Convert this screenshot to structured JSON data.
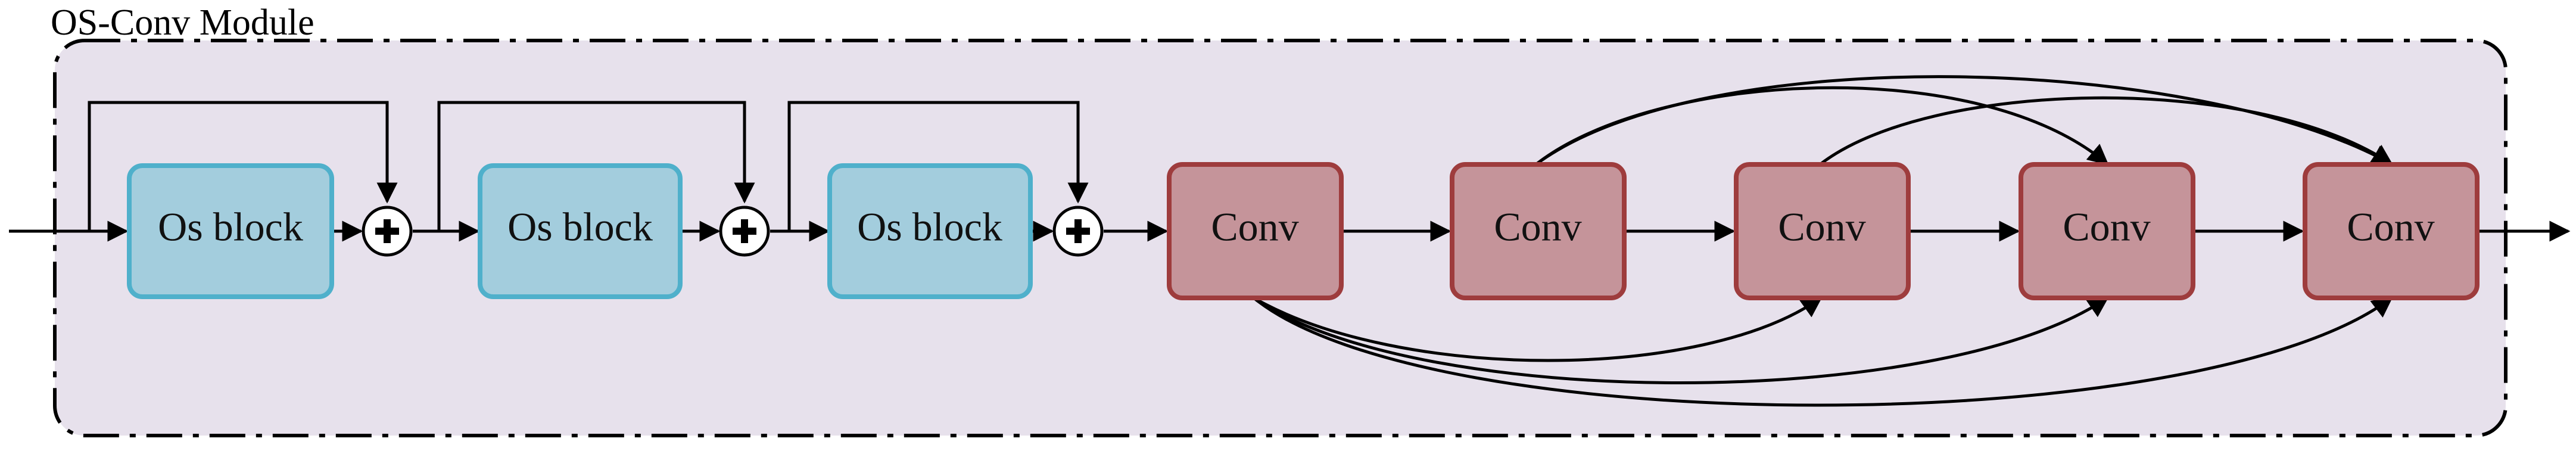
{
  "module": {
    "title": "OS-Conv Module",
    "background": "#e7e1ec",
    "border_color": "#000000"
  },
  "os_blocks": [
    {
      "label": "Os block"
    },
    {
      "label": "Os block"
    },
    {
      "label": "Os block"
    }
  ],
  "conv_blocks": [
    {
      "label": "Conv"
    },
    {
      "label": "Conv"
    },
    {
      "label": "Conv"
    },
    {
      "label": "Conv"
    },
    {
      "label": "Conv"
    }
  ],
  "colors": {
    "os_fill": "#a3cddd",
    "os_stroke": "#4fb0cb",
    "conv_fill": "#c5949a",
    "conv_stroke": "#9e3c3d"
  },
  "add_nodes": 3,
  "dense_connections": [
    {
      "from": 0,
      "to": 2
    },
    {
      "from": 0,
      "to": 3
    },
    {
      "from": 0,
      "to": 4
    },
    {
      "from": 1,
      "to": 3
    },
    {
      "from": 1,
      "to": 4
    },
    {
      "from": 2,
      "to": 4
    }
  ]
}
